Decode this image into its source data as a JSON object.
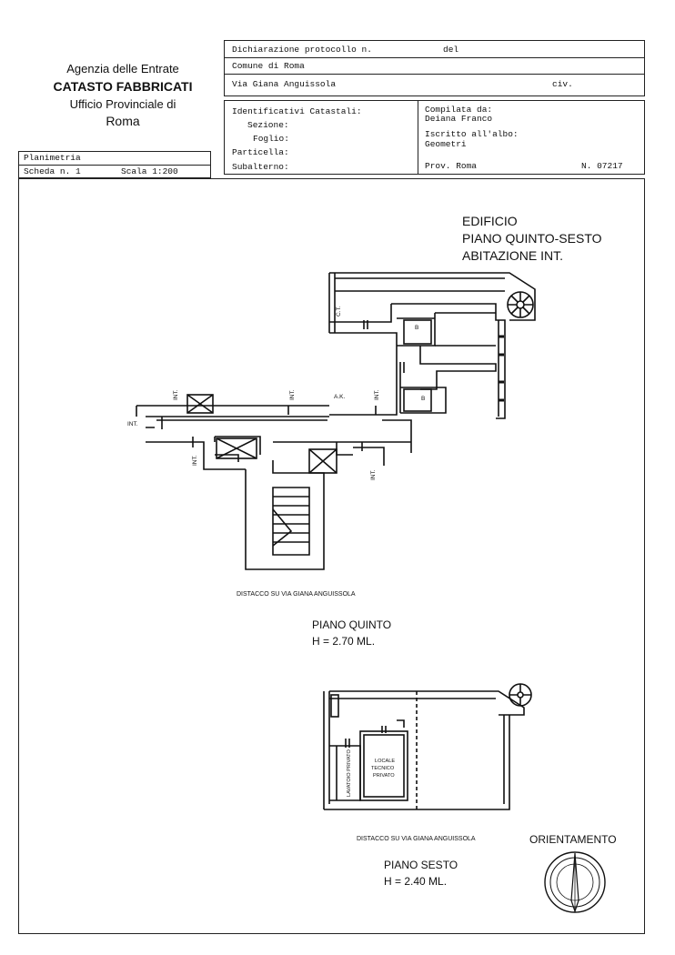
{
  "office": {
    "line1": "Agenzia delle Entrate",
    "line2": "CATASTO FABBRICATI",
    "line3": "Ufficio Provinciale di",
    "line4": "Roma"
  },
  "header": {
    "protocol_label": "Dichiarazione protocollo n.",
    "del_label": "del",
    "comune": "Comune di Roma",
    "via": "Via Giana Anguissola",
    "civ_label": "civ."
  },
  "identifiers": {
    "title": "Identificativi Catastali:",
    "sezione": "Sezione:",
    "foglio": "Foglio:",
    "particella": "Particella:",
    "subalterno": "Subalterno:"
  },
  "compiler": {
    "compilata_label": "Compilata da:",
    "name": "Deiana Franco",
    "iscritto_label": "Iscritto all'albo:",
    "albo": "Geometri",
    "prov": "Prov. Roma",
    "number": "N. 07217"
  },
  "sheet": {
    "type": "Planimetria",
    "scheda": "Scheda n. 1",
    "scala": "Scala 1:200"
  },
  "building": {
    "line1": "EDIFICIO",
    "line2": "PIANO QUINTO-SESTO",
    "line3": "ABITAZIONE INT."
  },
  "floor5": {
    "distacco": "DISTACCO SU VIA GIANA ANGUISSOLA",
    "name": "PIANO QUINTO",
    "height": "H = 2.70 ML.",
    "rooms": {
      "ct": "C.T.",
      "b1": "B",
      "b2": "B",
      "ak": "A.K.",
      "int": "INT.",
      "int_entry": "INT."
    }
  },
  "floor6": {
    "distacco": "DISTACCO SU VIA GIANA ANGUISSOLA",
    "name": "PIANO SESTO",
    "height": "H = 2.40 ML.",
    "lavatoio": "LAVATOIO PRIVATO",
    "locale_line1": "LOCALE",
    "locale_line2": "TECNICO",
    "locale_line3": "PRIVATO"
  },
  "orientamento": "ORIENTAMENTO"
}
